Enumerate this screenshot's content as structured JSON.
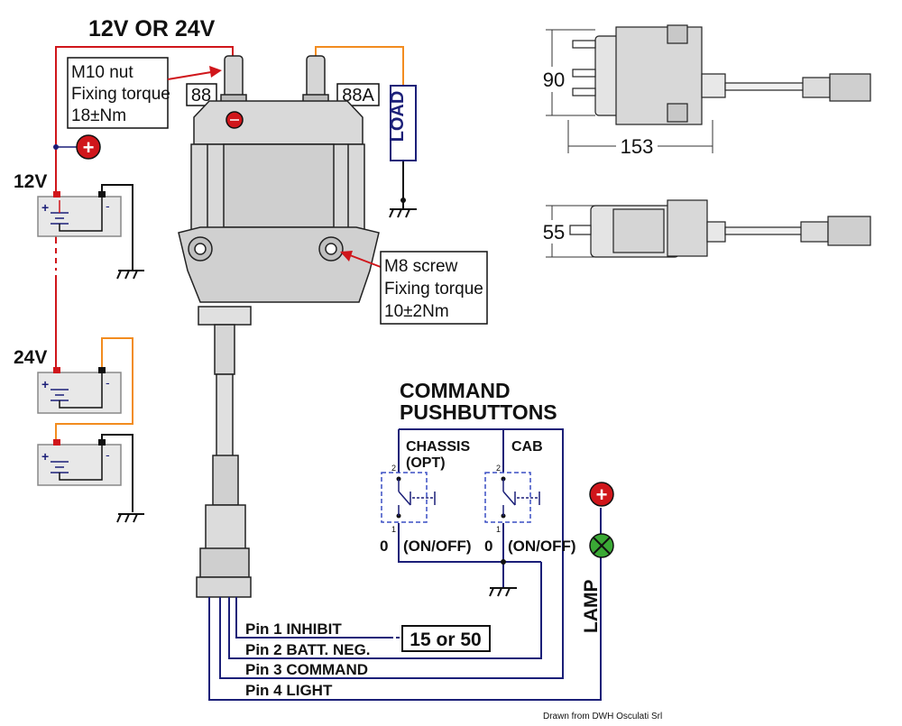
{
  "supply": {
    "title": "12V OR 24V",
    "v12": "12V",
    "v24": "24V",
    "plus_symbol": "+",
    "minus_symbol": "-"
  },
  "terminals": {
    "t88": "88",
    "t88a": "88A",
    "load": "LOAD"
  },
  "callout_nut": {
    "line1": "M10 nut",
    "line2": "Fixing torque",
    "line3": "18±Nm"
  },
  "callout_screw": {
    "line1": "M8 screw",
    "line2": "Fixing torque",
    "line3": "10±2Nm"
  },
  "dimensions": {
    "d90": "90",
    "d153": "153",
    "d55": "55"
  },
  "pushbuttons": {
    "title1": "COMMAND",
    "title2": "PUSHBUTTONS",
    "chassis1": "CHASSIS",
    "chassis2": "(OPT)",
    "cab": "CAB",
    "pin_top": "2",
    "pin_bottom": "1",
    "off_left": "0",
    "onoff_left": "(ON/OFF)",
    "off_right": "0",
    "onoff_right": "(ON/OFF)"
  },
  "lamp": {
    "label": "LAMP"
  },
  "box_15_50": "15 or 50",
  "pins": [
    "Pin 1 INHIBIT",
    "Pin 2 BATT. NEG.",
    "Pin 3 COMMAND",
    "Pin 4 LIGHT"
  ],
  "credit": "Drawn from DWH Osculati Srl",
  "colors": {
    "red": "#d0161b",
    "orange": "#f28c1f",
    "navy": "#1b1f78",
    "green": "#3aa935",
    "body_grey": "#d9d9d9"
  }
}
